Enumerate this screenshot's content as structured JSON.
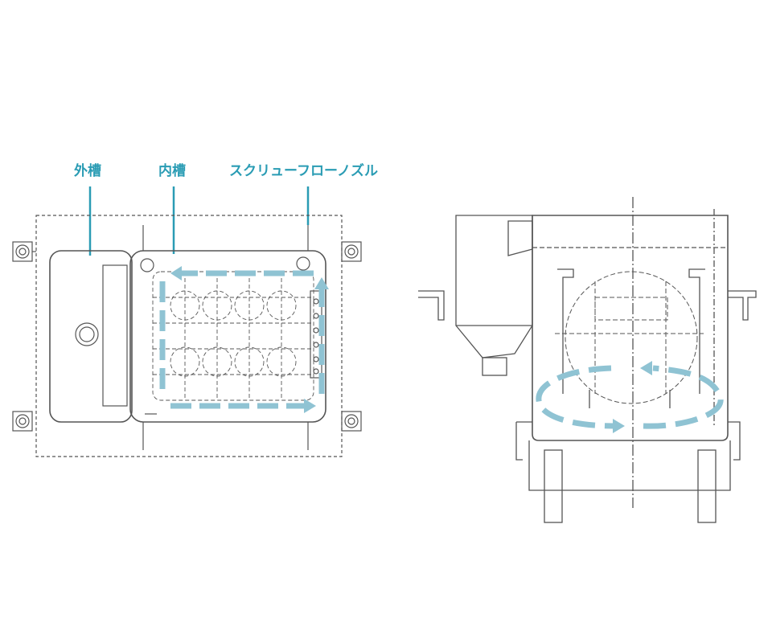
{
  "labels": {
    "outer_tank": "外槽",
    "inner_tank": "内槽",
    "nozzle": "スクリューフローノズル"
  },
  "colors": {
    "label": "#2a9cb4",
    "flow": "#8fc3d3",
    "line": "#555555"
  }
}
